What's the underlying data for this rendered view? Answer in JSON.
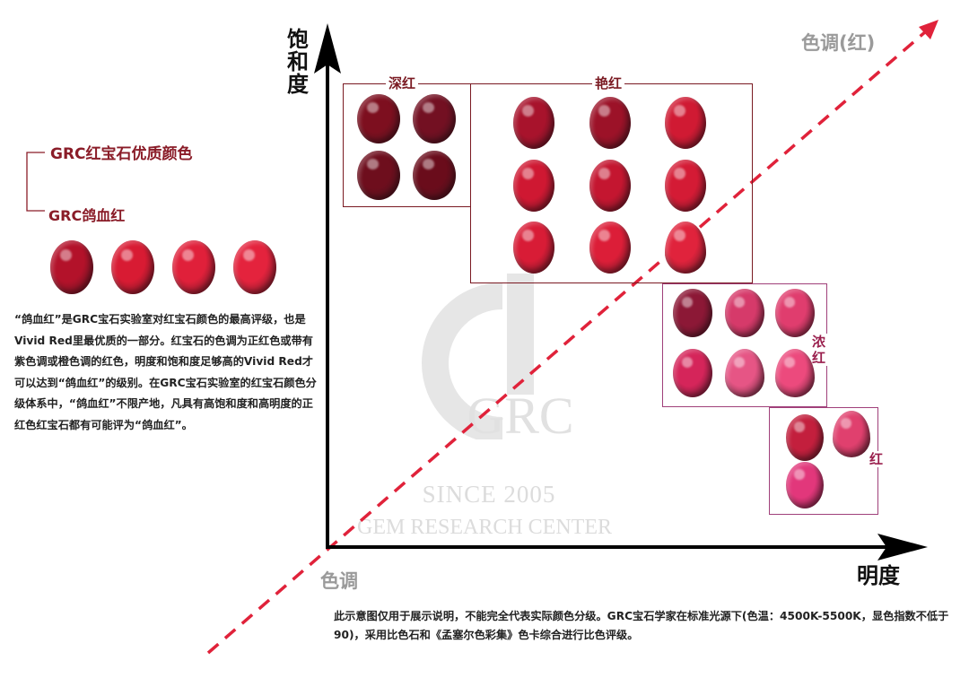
{
  "axes": {
    "y_label": "饱和度",
    "x_label": "明度",
    "origin_label": "色调",
    "diagonal_label": "色调(红)"
  },
  "left_panel": {
    "title_main": "GRC红宝石优质颜色",
    "title_sub": "GRC鸽血红",
    "description": "“鸽血红”是GRC宝石实验室对红宝石颜色的最高评级，也是Vivid Red里最优质的一部分。红宝石的色调为正红色或带有紫色调或橙色调的红色，明度和饱和度足够高的Vivid Red才可以达到“鸽血红”的级别。在GRC宝石实验室的红宝石颜色分级体系中，“鸽血红”不限产地，凡具有高饱和度和高明度的正红色红宝石都有可能评为“鸽血红”。",
    "gems": [
      "#b3122a",
      "#d81b33",
      "#e0203a",
      "#e4233d"
    ]
  },
  "groups": {
    "deep_red": {
      "label": "深红",
      "border": "#7a1a22",
      "color": "#7a1a22",
      "gems": [
        "#7d0f1f",
        "#731022",
        "#6e0e1d",
        "#6a0c1b"
      ]
    },
    "vivid_red": {
      "label": "艳红",
      "border": "#7a1a22",
      "color": "#7a1a22",
      "gems": [
        "#a8132c",
        "#9c1228",
        "#d01a33",
        "#cf1832",
        "#c41630",
        "#d41b35",
        "#d81c36",
        "#dc1e38",
        "#e0233c"
      ]
    },
    "rich_red": {
      "label": "浓红",
      "border": "#a0407a",
      "color": "#9a1f4d",
      "gems": [
        "#8c1836",
        "#d63a6a",
        "#e03d6e",
        "#d5255a",
        "#e65585",
        "#ec4a7d"
      ]
    },
    "red": {
      "label": "红",
      "border": "#a0407a",
      "color": "#9a1f4d",
      "gems": [
        "#c31f3d",
        "#e0406e",
        "#e2377b"
      ]
    }
  },
  "watermark": {
    "logo_text": "GRC",
    "since": "SINCE 2005",
    "center": "GEM RESEARCH CENTER"
  },
  "footnote": "此示意图仅用于展示说明，不能完全代表实际颜色分级。GRC宝石学家在标准光源下(色温：4500K-5500K，显色指数不低于90)，采用比色石和《孟塞尔色彩集》色卡综合进行比色评级。",
  "colors": {
    "accent": "#8a1c28",
    "dashed_line": "#e0223a",
    "axis": "#000000"
  }
}
